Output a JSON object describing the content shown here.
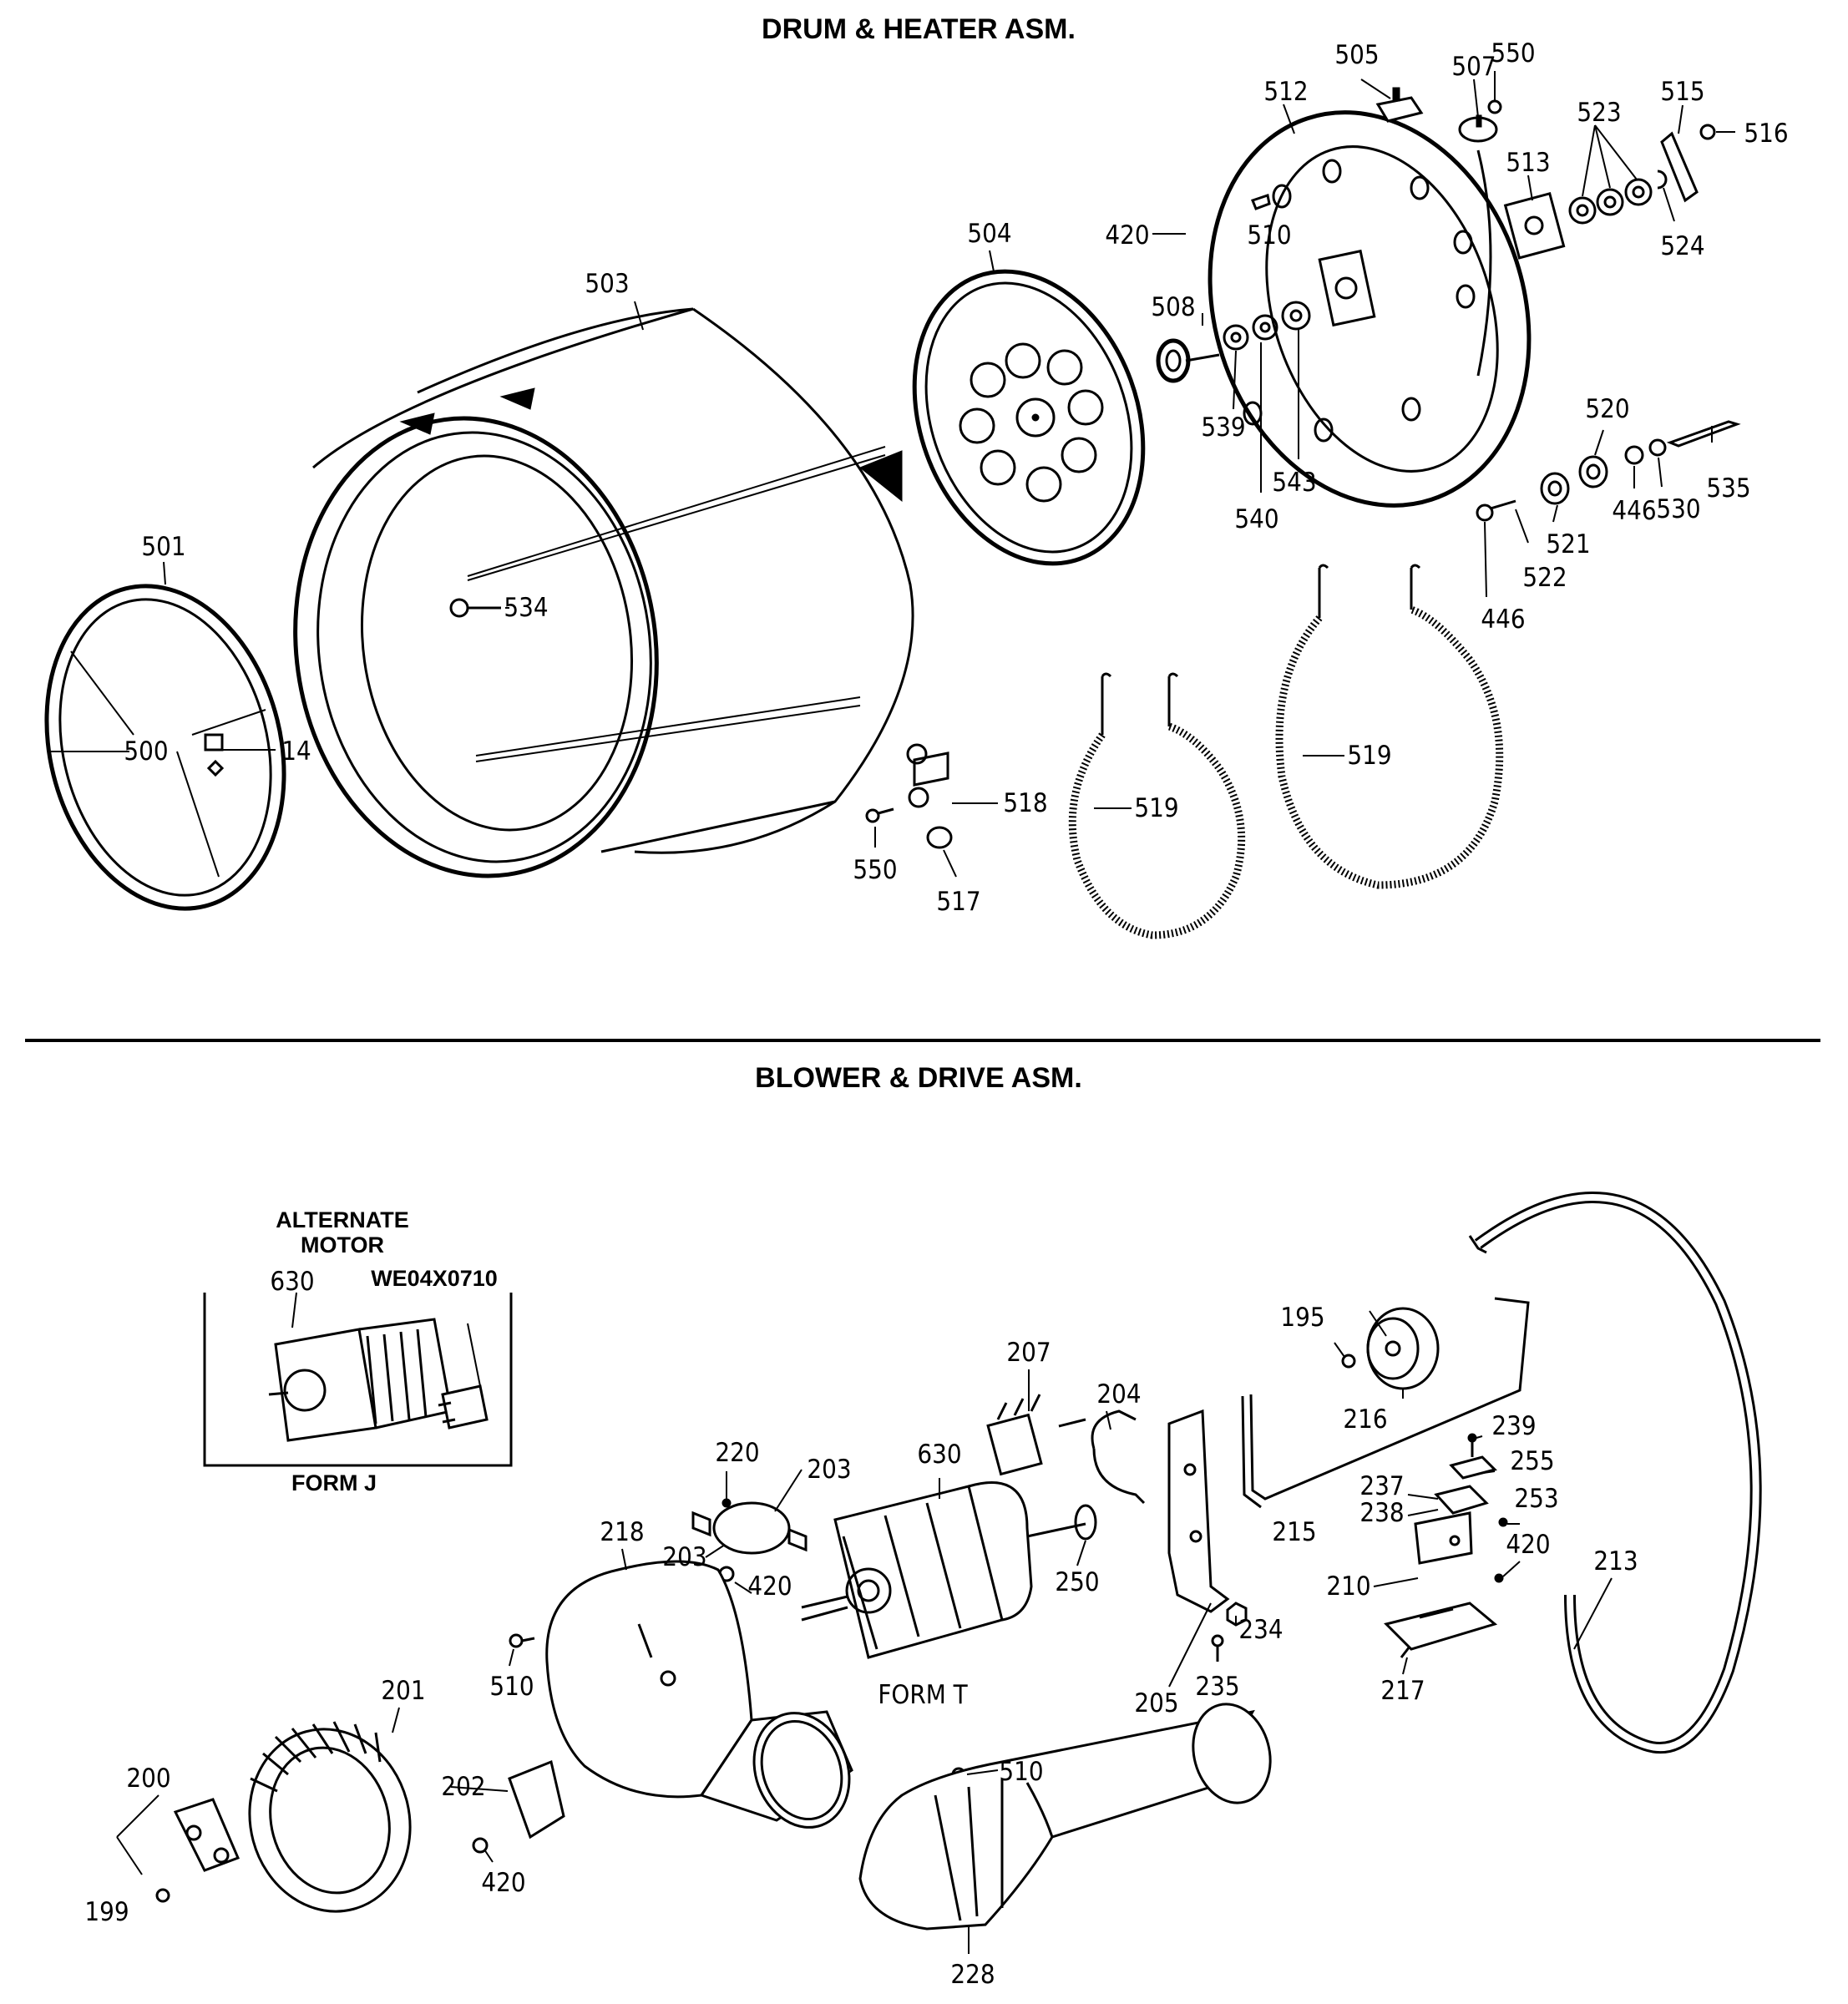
{
  "sections": {
    "drum_heater": {
      "title": "DRUM & HEATER ASM."
    },
    "blower_drive": {
      "title": "BLOWER & DRIVE ASM."
    }
  },
  "inset": {
    "title_line1": "ALTERNATE",
    "title_line2": "MOTOR",
    "form_label": "FORM J",
    "motor_label": "630",
    "part_number": "WE04X0710"
  },
  "form_t_label": "FORM T",
  "callouts": [
    "501",
    "500",
    "14",
    "503",
    "534",
    "504",
    "508",
    "420",
    "510",
    "539",
    "540",
    "543",
    "512",
    "505",
    "507",
    "550",
    "513",
    "523",
    "515",
    "516",
    "524",
    "520",
    "446",
    "530",
    "535",
    "521",
    "522",
    "446",
    "518",
    "550",
    "517",
    "519",
    "519",
    "220",
    "203",
    "203",
    "420",
    "630",
    "207",
    "204",
    "250",
    "218",
    "234",
    "205",
    "235",
    "510",
    "201",
    "200",
    "199",
    "202",
    "420",
    "510",
    "228",
    "195",
    "216",
    "239",
    "255",
    "237",
    "238",
    "253",
    "215",
    "210",
    "420",
    "213",
    "217"
  ]
}
